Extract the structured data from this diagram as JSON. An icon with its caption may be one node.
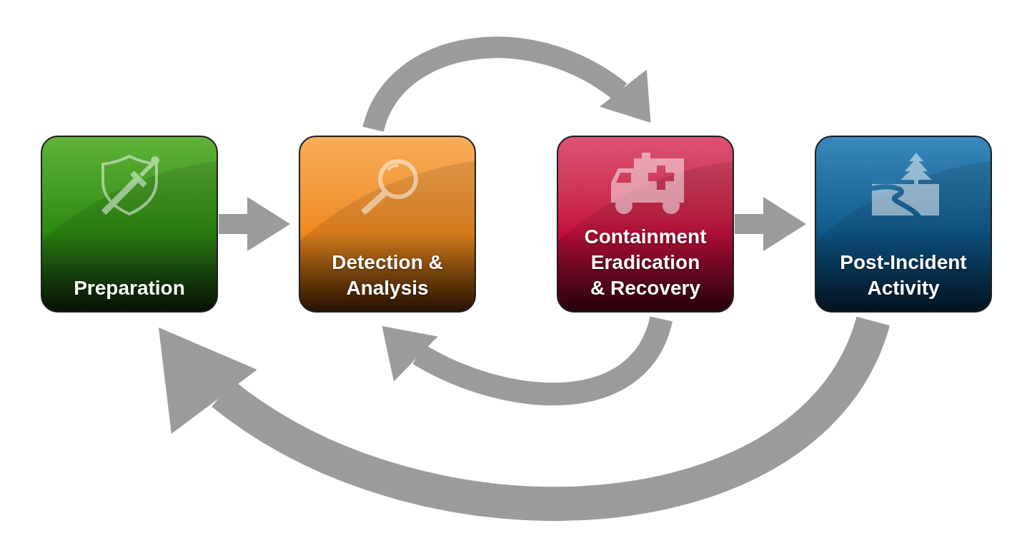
{
  "diagram": {
    "nodes": [
      {
        "text": [
          "Preparation"
        ]
      },
      {
        "text": [
          "Detection & Analysis"
        ]
      },
      {
        "text": [
          "Containment Eradication & Recovery"
        ]
      },
      {
        "text": [
          "Post-Incident Activity"
        ]
      }
    ],
    "edges": [
      {
        "from": 0,
        "to": 1,
        "arrow": "to"
      },
      {
        "from": 1,
        "to": 2,
        "arrow": "to"
      },
      {
        "from": 2,
        "to": 1,
        "arrow": "to"
      },
      {
        "from": 2,
        "to": 3,
        "arrow": "to"
      },
      {
        "from": 3,
        "to": 0,
        "arrow": "to"
      }
    ]
  }
}
